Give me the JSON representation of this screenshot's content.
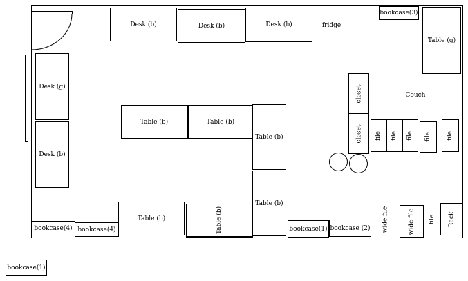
{
  "room": {
    "desks_top": [
      "Desk (b)",
      "Desk (b)",
      "Desk (b)"
    ],
    "fridge": "fridge",
    "bookcase3": "bookcase(3)",
    "table_g": "Table (g)",
    "couch": "Couch",
    "closets": [
      "closet",
      "closet"
    ],
    "files": [
      "file",
      "file",
      "file",
      "file",
      "file"
    ],
    "tables_mid": [
      "Table (b)",
      "Table (b)",
      "Table (b)",
      "Table (b)"
    ],
    "table_bottom": "Table (b)",
    "table_bottom_rot": "Table (b)",
    "desk_g": "Desk (g)",
    "desk_left_b": "Desk (b)",
    "bookcase4": [
      "bookcase(4)",
      "bookcase(4)"
    ],
    "bookcase1": "bookcase(1)",
    "bookcase2": "bookcase (2)",
    "wide_files": [
      "wide file",
      "wide file"
    ],
    "file_bottom": "file",
    "rack": "Rack",
    "outside_bookcase": "bookcase(1)"
  }
}
